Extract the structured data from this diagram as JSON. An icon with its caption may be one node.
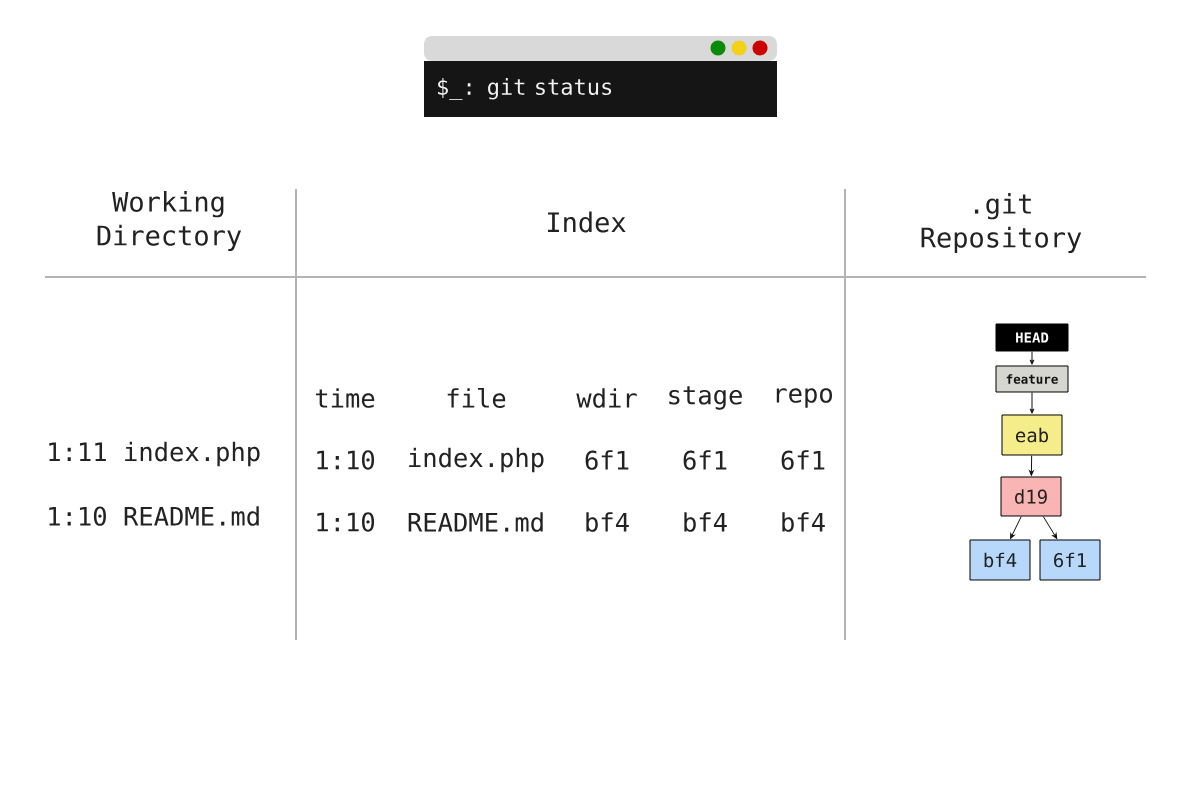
{
  "diagram": {
    "nodes": [
      {
        "text": [
          "$_: git status"
        ]
      },
      {
        "text": [
          "HEAD"
        ]
      },
      {
        "text": [
          "feature"
        ]
      },
      {
        "text": [
          "eab"
        ]
      },
      {
        "text": [
          "d19"
        ]
      },
      {
        "text": [
          "bf4"
        ]
      },
      {
        "text": [
          "6f1"
        ]
      }
    ],
    "edges": [
      {
        "from": 1,
        "to": 2,
        "arrow": "to"
      },
      {
        "from": 2,
        "to": 3,
        "arrow": "to"
      },
      {
        "from": 3,
        "to": 4,
        "arrow": "to"
      },
      {
        "from": 4,
        "to": 5,
        "arrow": "to"
      },
      {
        "from": 4,
        "to": 6,
        "arrow": "to"
      }
    ],
    "labels": [
      "Working Directory",
      "Index",
      ".git Repository",
      "1:11 index.php",
      "1:10 README.md",
      "time",
      "file",
      "wdir",
      "stage",
      "repo",
      "1:10",
      "index.php",
      "6f1",
      "6f1",
      "6f1",
      "1:10",
      "README.md",
      "bf4",
      "bf4",
      "bf4"
    ]
  }
}
